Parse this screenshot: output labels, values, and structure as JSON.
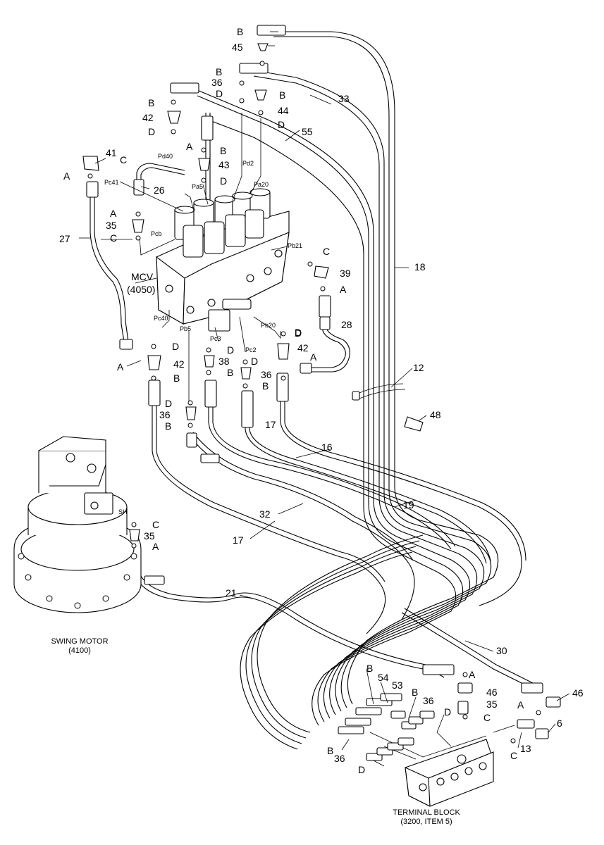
{
  "components": {
    "mcv": {
      "line1": "MCV",
      "line2": "(4050)"
    },
    "swing_motor": {
      "line1": "SWING MOTOR",
      "line2": "(4100)"
    },
    "terminal_block": {
      "line1": "TERMINAL BLOCK",
      "line2": "(3200, ITEM 5)"
    }
  },
  "callouts": [
    "B",
    "45",
    "B",
    "36",
    "D",
    "B",
    "44",
    "D",
    "33",
    "B",
    "42",
    "D",
    "55",
    "A",
    "B",
    "43",
    "Pd40",
    "Pd2",
    "D",
    "Pa5",
    "Pa20",
    "41",
    "C",
    "A",
    "Pc41",
    "26",
    "A",
    "35",
    "C",
    "Pcb",
    "27",
    "MCV",
    "(4050)",
    "Pb21",
    "C",
    "39",
    "A",
    "18",
    "D",
    "Pc40",
    "Pb5",
    "Pc3",
    "Pc2",
    "Pb20",
    "D",
    "28",
    "D",
    "42",
    "A",
    "A",
    "42",
    "B",
    "D",
    "38",
    "B",
    "36",
    "B",
    "D",
    "12",
    "48",
    "D",
    "36",
    "B",
    "17",
    "16",
    "19",
    "32",
    "17",
    "SH",
    "C",
    "35",
    "A",
    "21",
    "30",
    "A",
    "B",
    "54",
    "53",
    "B",
    "36",
    "46",
    "35",
    "46",
    "A",
    "C",
    "D",
    "6",
    "C",
    "13",
    "B",
    "36",
    "D"
  ]
}
